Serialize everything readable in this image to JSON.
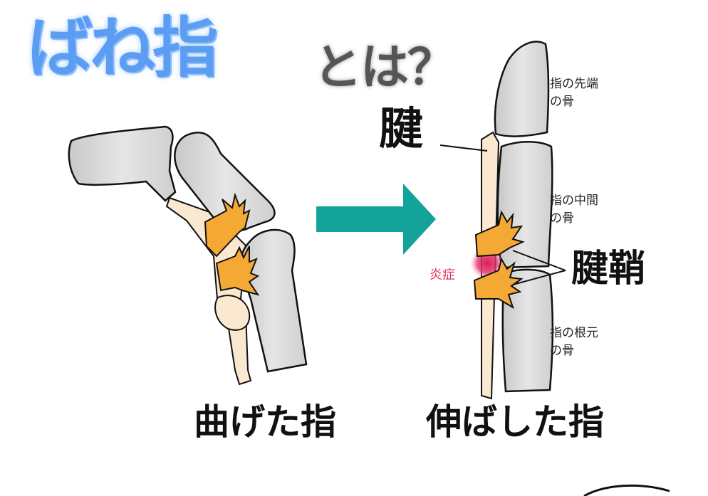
{
  "title": {
    "main": "ばね指",
    "sub": "とは？"
  },
  "labels": {
    "tendon": "腱",
    "sheath": "腱鞘",
    "inflammation": "炎症",
    "bone_tip": "指の先端\nの骨",
    "bone_middle": "指の中間\nの骨",
    "bone_base": "指の根元\nの骨"
  },
  "captions": {
    "bent": "曲げた指",
    "straight": "伸ばした指"
  },
  "colors": {
    "bone_fill": "#d9d9d9",
    "tendon_fill": "#fbe8d0",
    "sheath_fill": "#f4a935",
    "arrow": "#14a39a",
    "inflammation": "#d81b5a",
    "title_blue": "#5b9df2"
  }
}
